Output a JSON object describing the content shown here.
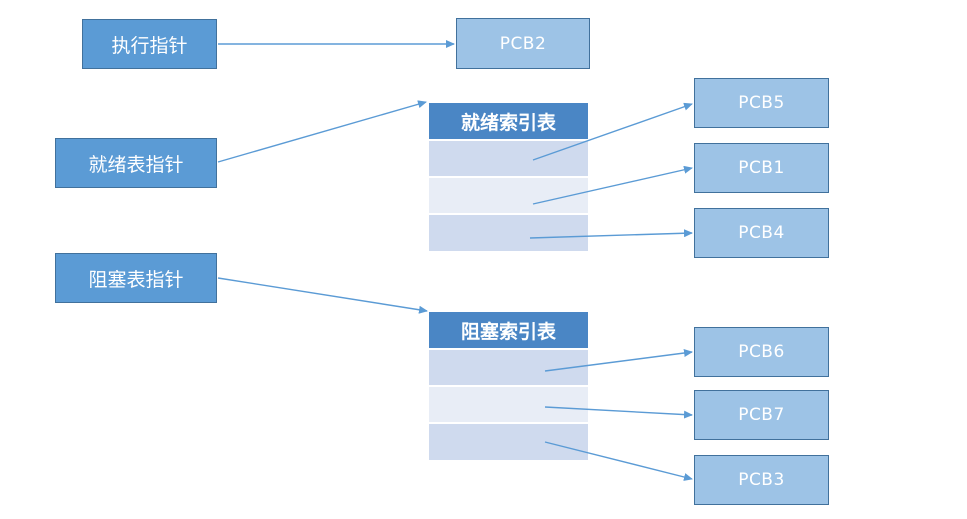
{
  "pointers": {
    "exec": "执行指针",
    "ready": "就绪表指针",
    "blocked": "阻塞表指针"
  },
  "tables": {
    "ready_title": "就绪索引表",
    "blocked_title": "阻塞索引表"
  },
  "pcbs": {
    "pcb2": "PCB2",
    "pcb5": "PCB5",
    "pcb1": "PCB1",
    "pcb4": "PCB4",
    "pcb6": "PCB6",
    "pcb7": "PCB7",
    "pcb3": "PCB3"
  },
  "colors": {
    "pointer_fill": "#5b9bd5",
    "pcb_fill": "#9dc3e6",
    "table_header": "#4a86c5",
    "arrow": "#5b9bd5"
  }
}
